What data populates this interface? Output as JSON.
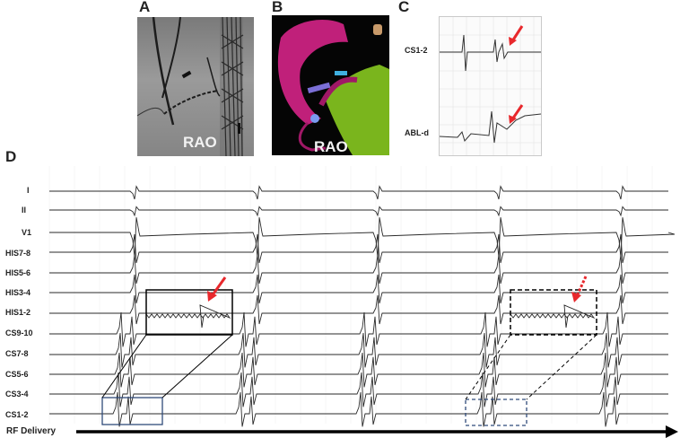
{
  "panels": {
    "A": {
      "letter": "A",
      "view_label": "RAO"
    },
    "B": {
      "letter": "B",
      "view_label": "RAO"
    },
    "C": {
      "letter": "C",
      "channels": [
        "CS1-2",
        "ABL-d"
      ]
    },
    "D": {
      "letter": "D",
      "channels": [
        "I",
        "II",
        "V1",
        "HIS7-8",
        "HIS5-6",
        "HIS3-4",
        "HIS1-2",
        "CS9-10",
        "CS7-8",
        "CS5-6",
        "CS3-4",
        "CS1-2"
      ],
      "rf_label": "RF Delivery"
    }
  },
  "colors": {
    "arrow_red": "#e8282c",
    "box_blue": "#2f4a7a",
    "volume_magenta": "#c0207a",
    "volume_green": "#7ab51d"
  },
  "icons": [
    "red-arrow",
    "red-dashed-arrow",
    "torso-orientation-icon"
  ]
}
